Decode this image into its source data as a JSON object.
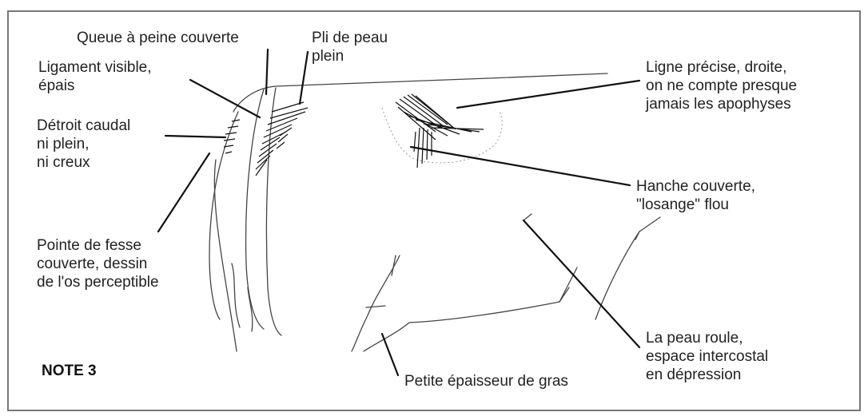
{
  "labels": {
    "queue": [
      "Queue à peine couverte"
    ],
    "pli": [
      "Pli de peau",
      "plein"
    ],
    "ligament": [
      "Ligament visible,",
      "épais"
    ],
    "detroit": [
      "Détroit caudal",
      "ni plein,",
      "ni creux"
    ],
    "pointe": [
      "Pointe de fesse",
      "couverte, dessin",
      "de l'os perceptible"
    ],
    "ligne": [
      "Ligne précise, droite,",
      "on ne compte presque",
      "jamais les apophyses"
    ],
    "hanche": [
      "Hanche couverte,",
      "\"losange\" flou"
    ],
    "peau": [
      "La peau roule,",
      "espace intercostal",
      "en dépression"
    ],
    "petite": [
      "Petite épaisseur de gras"
    ]
  },
  "note": "NOTE 3",
  "colors": {
    "ink": "#111111",
    "line": "#444444",
    "frame": "#777777"
  }
}
